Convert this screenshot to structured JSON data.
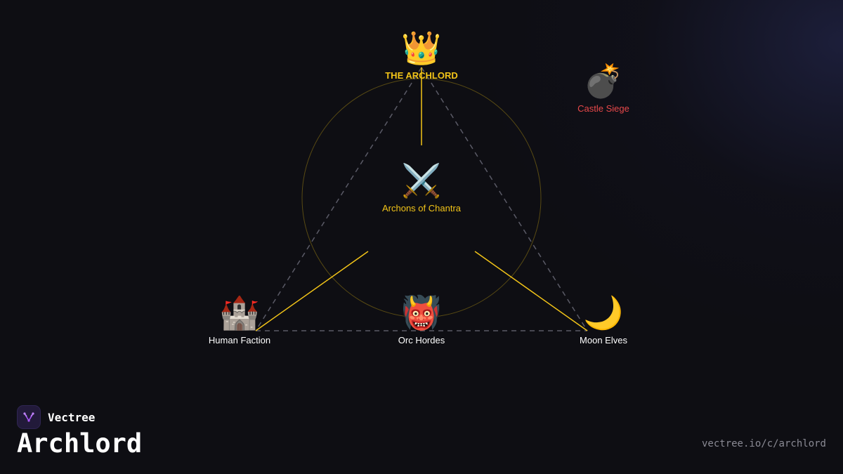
{
  "nodes": {
    "archlord": {
      "icon": "👑",
      "label": "THE ARCHLORD",
      "icon_name": "crown-icon"
    },
    "castle_siege": {
      "icon": "💣",
      "label": "Castle Siege",
      "icon_name": "bomb-icon"
    },
    "archons": {
      "icon": "⚔️",
      "label": "Archons of Chantra",
      "icon_name": "crossed-swords-icon"
    },
    "human": {
      "icon": "🏰",
      "label": "Human Faction",
      "icon_name": "castle-icon"
    },
    "orc": {
      "icon": "👹",
      "label": "Orc Hordes",
      "icon_name": "ogre-icon"
    },
    "elves": {
      "icon": "🌙",
      "label": "Moon Elves",
      "icon_name": "crescent-moon-icon"
    }
  },
  "brand": {
    "name": "Vectree",
    "title": "Archlord",
    "url": "vectree.io/c/archlord"
  },
  "colors": {
    "gold": "#f2c418",
    "red": "#e8484a",
    "dashed": "#5a5a66",
    "background": "#0e0e13"
  }
}
